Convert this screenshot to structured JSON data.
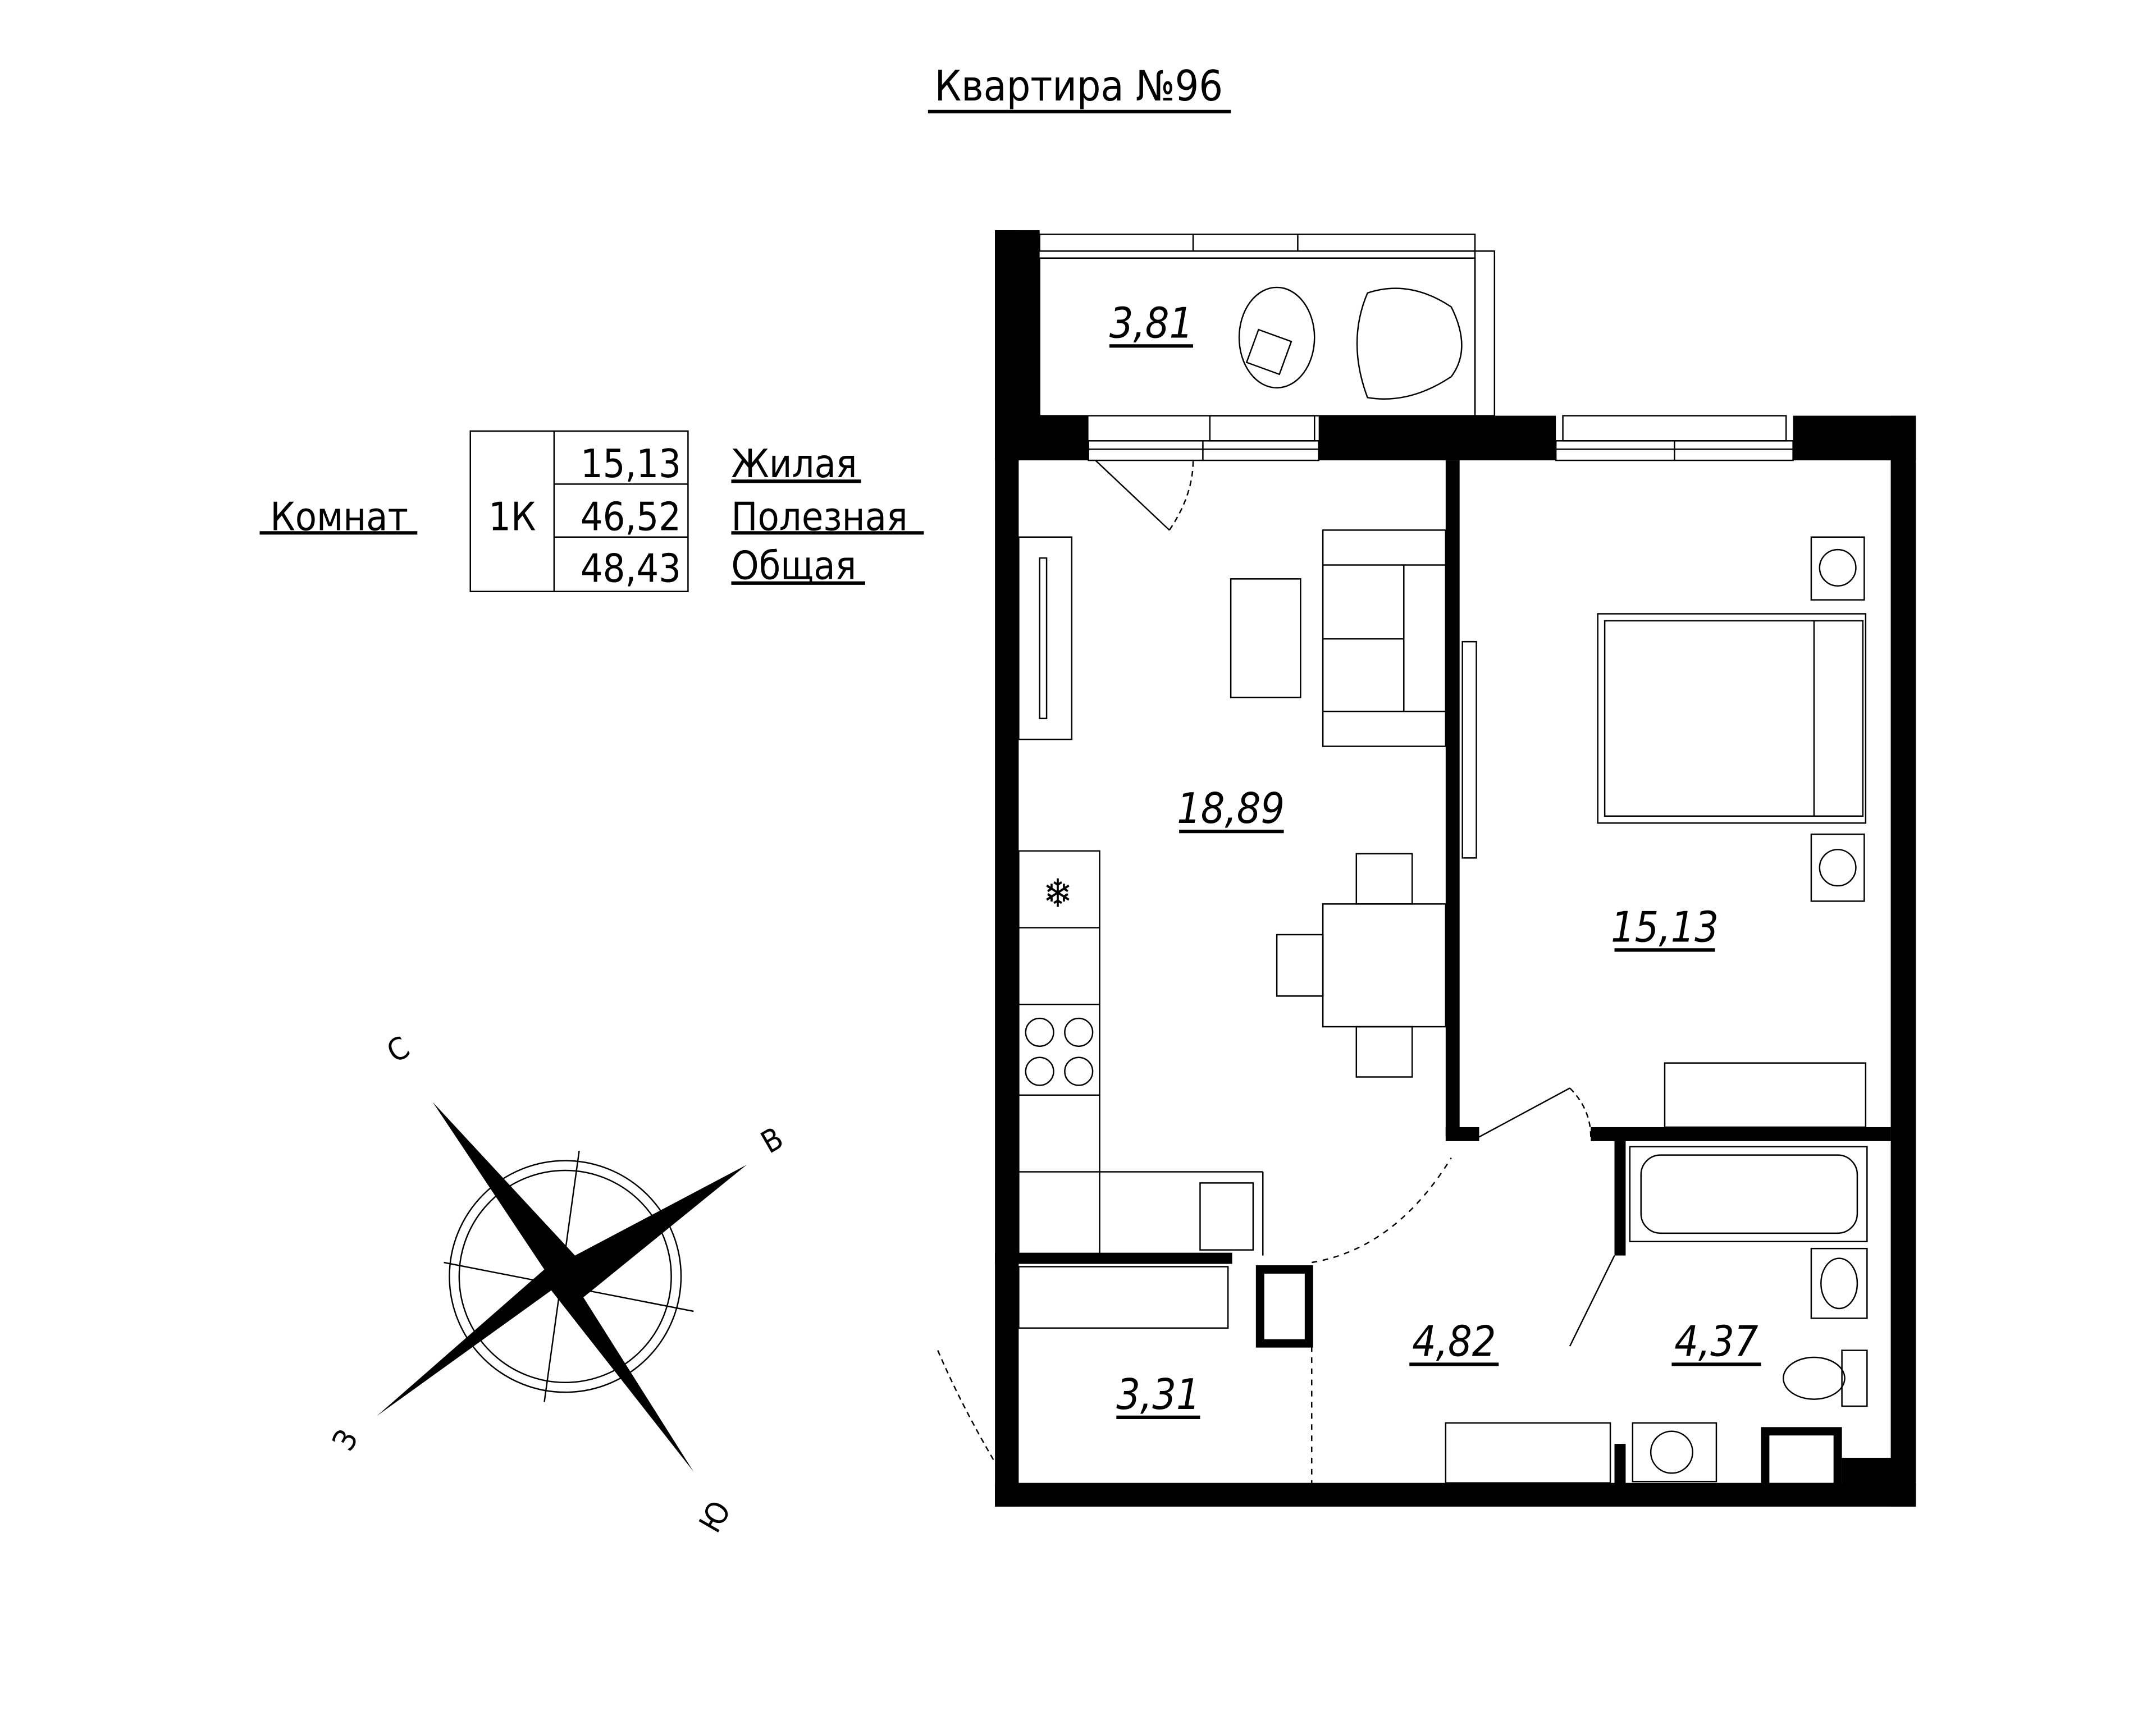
{
  "title": "Квартира №96",
  "summary": {
    "rooms_label": "Комнат",
    "rooms_value": "1К",
    "rows": [
      {
        "value": "15,13",
        "label": "Жилая"
      },
      {
        "value": "46,52",
        "label": "Полезная"
      },
      {
        "value": "48,43",
        "label": "Общая"
      }
    ]
  },
  "rooms": {
    "balcony": "3,81",
    "living_kitchen": "18,89",
    "bedroom": "15,13",
    "hallway": "4,82",
    "bathroom": "4,37",
    "entry": "3,31"
  },
  "compass": {
    "north": "С",
    "east": "В",
    "west": "З",
    "south": "Ю"
  }
}
